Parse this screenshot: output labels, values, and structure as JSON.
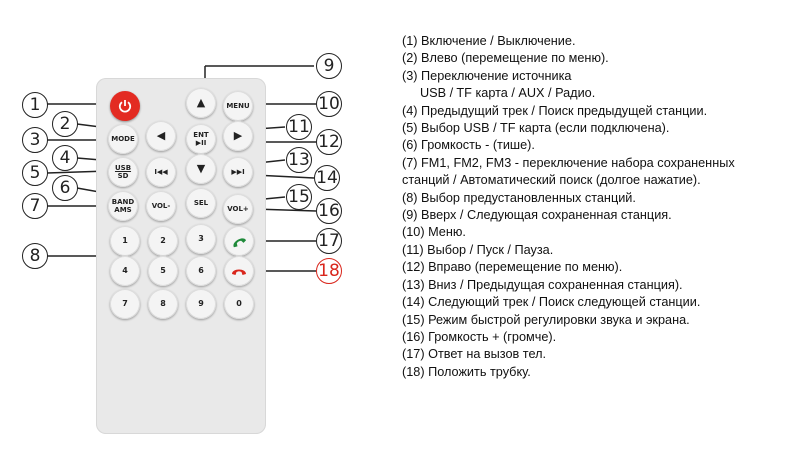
{
  "remote": {
    "buttons": {
      "menu": "MENU",
      "mode": "MODE",
      "ent": "ENT",
      "play_pause": "▶II",
      "up": "▲",
      "left": "◀",
      "right": "▶",
      "down": "▼",
      "usb": "USB",
      "sd": "SD",
      "prev": "I◀◀",
      "next": "▶▶I",
      "band": "BAND",
      "ams": "AMS",
      "vol_minus": "VOL-",
      "sel": "SEL",
      "vol_plus": "VOL+",
      "num_1": "1",
      "num_2": "2",
      "num_3": "3",
      "num_4": "4",
      "num_5": "5",
      "num_6": "6",
      "num_7": "7",
      "num_8": "8",
      "num_9": "9",
      "num_0": "0"
    },
    "callouts": [
      "1",
      "2",
      "3",
      "4",
      "5",
      "6",
      "7",
      "8",
      "9",
      "10",
      "11",
      "12",
      "13",
      "14",
      "15",
      "16",
      "17",
      "18"
    ],
    "colors": {
      "power": "#e32b22",
      "answer": "#1f8a3a",
      "hangup": "#d9261c",
      "highlight_callout": "#d9261c"
    }
  },
  "legend": [
    "(1) Включение / Выключение.",
    "(2) Влево (перемещение по меню).",
    "(3) Переключение источника",
    "USB / TF карта / AUX / Радио.",
    "(4) Предыдущий трек / Поиск предыдущей станции.",
    "(5) Выбор USB / TF карта (если подключена).",
    "(6) Громкость - (тише).",
    "(7) FM1, FM2, FM3 - переключение набора сохраненных",
    "станций / Автоматический поиск (долгое нажатие).",
    "(8) Выбор предустановленных станций.",
    "(9) Вверх / Следующая сохраненная станция.",
    "(10) Меню.",
    "(11) Выбор / Пуск / Пауза.",
    "(12) Вправо (перемещение по меню).",
    "(13) Вниз / Предыдущая сохраненная станция).",
    "(14) Следующий трек / Поиск следующей станции.",
    "(15) Режим быстрой регулировки звука и экрана.",
    "(16) Громкость + (громче).",
    "(17) Ответ на вызов тел.",
    "(18) Положить трубку."
  ]
}
